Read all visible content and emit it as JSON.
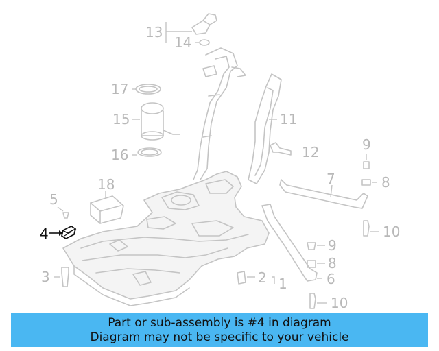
{
  "callouts": {
    "c1": "1",
    "c2": "2",
    "c3": "3",
    "c4": "4",
    "c5": "5",
    "c6": "6",
    "c7": "7",
    "c8a": "8",
    "c8b": "8",
    "c9a": "9",
    "c9b": "9",
    "c10a": "10",
    "c10b": "10",
    "c11": "11",
    "c12": "12",
    "c13": "13",
    "c14": "14",
    "c15": "15",
    "c16": "16",
    "c17": "17",
    "c18": "18"
  },
  "highlighted_part": "4",
  "colors": {
    "banner": "#4ab7f2",
    "highlight": "#111111",
    "muted": "#b8b8b8"
  },
  "banner": {
    "line1": "Part or sub-assembly is #4 in diagram",
    "line2": "Diagram may not be specific to your vehicle"
  }
}
